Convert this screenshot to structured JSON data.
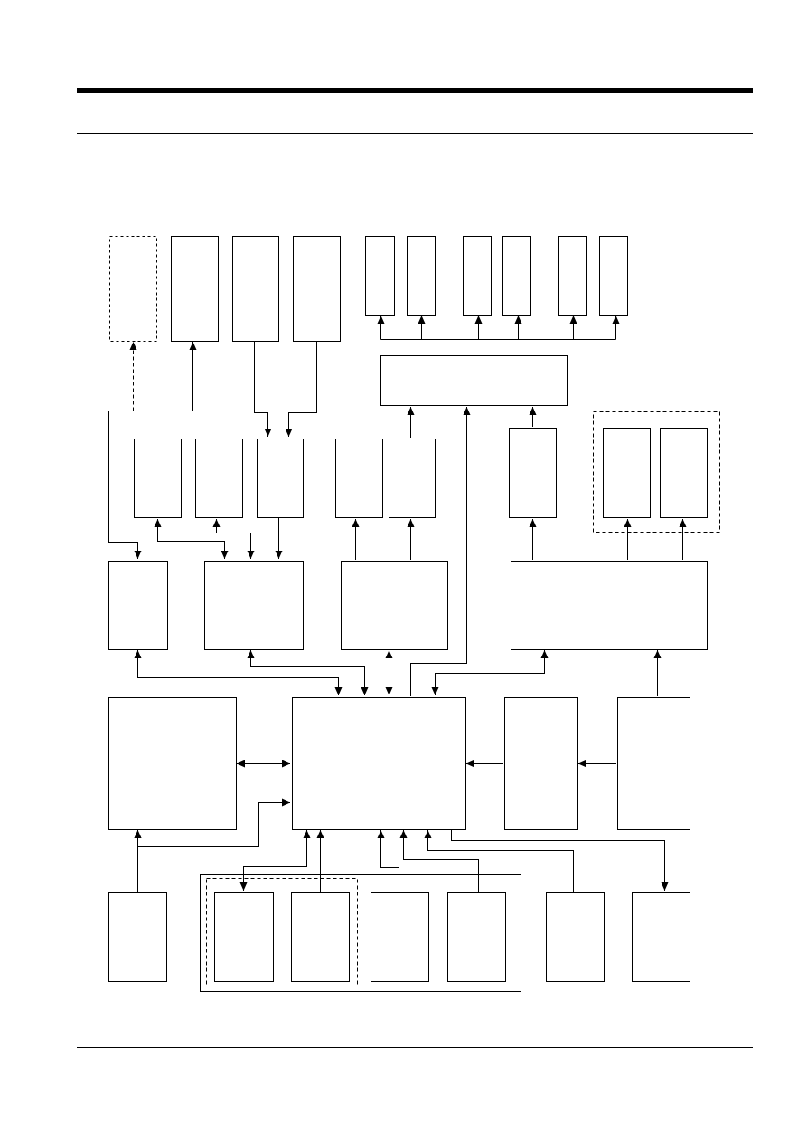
{
  "page": {
    "background": "#ffffff",
    "ink_color": "#000000"
  },
  "diagram": {
    "type": "block-diagram",
    "blocks": [
      {
        "id": "top-dashed-module",
        "label": "",
        "style": "dashed"
      },
      {
        "id": "top-module-1",
        "label": ""
      },
      {
        "id": "top-module-2",
        "label": ""
      },
      {
        "id": "top-module-3",
        "label": ""
      },
      {
        "id": "top-small-1",
        "label": ""
      },
      {
        "id": "top-small-2",
        "label": ""
      },
      {
        "id": "top-small-3",
        "label": ""
      },
      {
        "id": "top-small-4",
        "label": ""
      },
      {
        "id": "top-small-5",
        "label": ""
      },
      {
        "id": "top-small-6",
        "label": ""
      },
      {
        "id": "bus-driver",
        "label": ""
      },
      {
        "id": "mid-1",
        "label": ""
      },
      {
        "id": "mid-2",
        "label": ""
      },
      {
        "id": "mid-3",
        "label": ""
      },
      {
        "id": "mid-4",
        "label": ""
      },
      {
        "id": "mid-5",
        "label": ""
      },
      {
        "id": "mid-6",
        "label": ""
      },
      {
        "id": "mid-7",
        "label": ""
      },
      {
        "id": "mid-8",
        "label": ""
      },
      {
        "id": "ctrl-1",
        "label": ""
      },
      {
        "id": "ctrl-2",
        "label": ""
      },
      {
        "id": "ctrl-3",
        "label": ""
      },
      {
        "id": "ctrl-4",
        "label": ""
      },
      {
        "id": "memory",
        "label": ""
      },
      {
        "id": "main-processor",
        "label": ""
      },
      {
        "id": "interface-1",
        "label": ""
      },
      {
        "id": "interface-2",
        "label": ""
      },
      {
        "id": "bottom-1",
        "label": ""
      },
      {
        "id": "bottom-2",
        "label": ""
      },
      {
        "id": "bottom-3",
        "label": ""
      },
      {
        "id": "bottom-4",
        "label": ""
      },
      {
        "id": "bottom-5",
        "label": ""
      },
      {
        "id": "bottom-6",
        "label": ""
      },
      {
        "id": "bottom-7",
        "label": ""
      }
    ],
    "groups": [
      {
        "id": "optional-output-group",
        "style": "dashed"
      },
      {
        "id": "panel-assembly",
        "style": "solid"
      },
      {
        "id": "panel-subassembly",
        "style": "dashed"
      }
    ]
  }
}
